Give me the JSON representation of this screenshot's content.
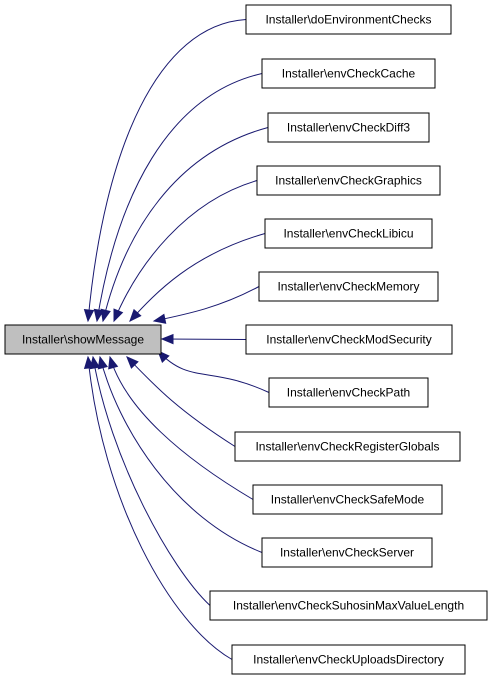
{
  "graph": {
    "root": {
      "label": "Installer\\showMessage"
    },
    "callers": [
      {
        "label": "Installer\\doEnvironmentChecks"
      },
      {
        "label": "Installer\\envCheckCache"
      },
      {
        "label": "Installer\\envCheckDiff3"
      },
      {
        "label": "Installer\\envCheckGraphics"
      },
      {
        "label": "Installer\\envCheckLibicu"
      },
      {
        "label": "Installer\\envCheckMemory"
      },
      {
        "label": "Installer\\envCheckModSecurity"
      },
      {
        "label": "Installer\\envCheckPath"
      },
      {
        "label": "Installer\\envCheckRegisterGlobals"
      },
      {
        "label": "Installer\\envCheckSafeMode"
      },
      {
        "label": "Installer\\envCheckServer"
      },
      {
        "label": "Installer\\envCheckSuhosinMaxValueLength"
      },
      {
        "label": "Installer\\envCheckUploadsDirectory"
      }
    ],
    "edge_color": "#191970",
    "root_fill": "#bfbfbf"
  }
}
